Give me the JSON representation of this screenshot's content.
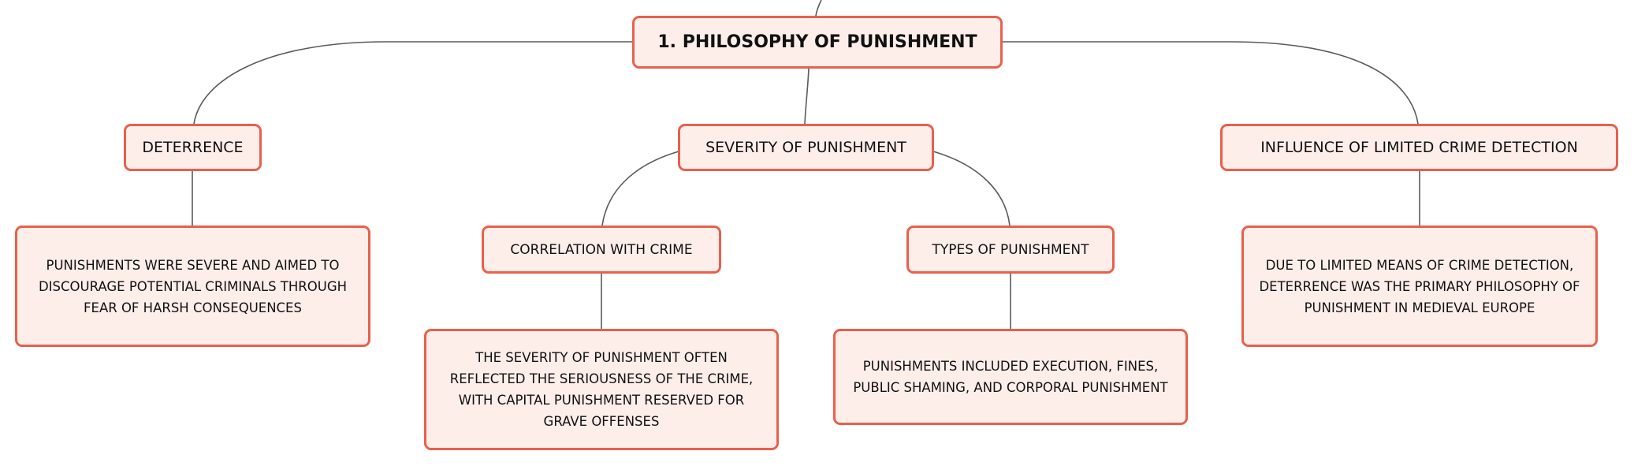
{
  "diagram": {
    "root": {
      "label": "1. PHILOSOPHY OF PUNISHMENT"
    },
    "deterrence": {
      "label": "DETERRENCE",
      "detail": "PUNISHMENTS WERE SEVERE AND AIMED TO DISCOURAGE POTENTIAL CRIMINALS THROUGH FEAR OF HARSH CONSEQUENCES"
    },
    "severity": {
      "label": "SEVERITY OF PUNISHMENT",
      "correlation": {
        "label": "CORRELATION WITH CRIME",
        "detail": "THE SEVERITY OF PUNISHMENT OFTEN REFLECTED THE SERIOUSNESS OF THE CRIME, WITH CAPITAL PUNISHMENT RESERVED FOR GRAVE OFFENSES"
      },
      "types": {
        "label": "TYPES OF PUNISHMENT",
        "detail": "PUNISHMENTS INCLUDED EXECUTION, FINES, PUBLIC SHAMING, AND CORPORAL PUNISHMENT"
      }
    },
    "detection": {
      "label": "INFLUENCE OF LIMITED CRIME DETECTION",
      "detail": "DUE TO LIMITED MEANS OF CRIME DETECTION, DETERRENCE WAS THE PRIMARY PHILOSOPHY OF PUNISHMENT IN MEDIEVAL EUROPE"
    }
  },
  "colors": {
    "node_fill": "#fdeeea",
    "node_border": "#e8604c",
    "connector": "#5a5a5a",
    "text": "#111111"
  }
}
